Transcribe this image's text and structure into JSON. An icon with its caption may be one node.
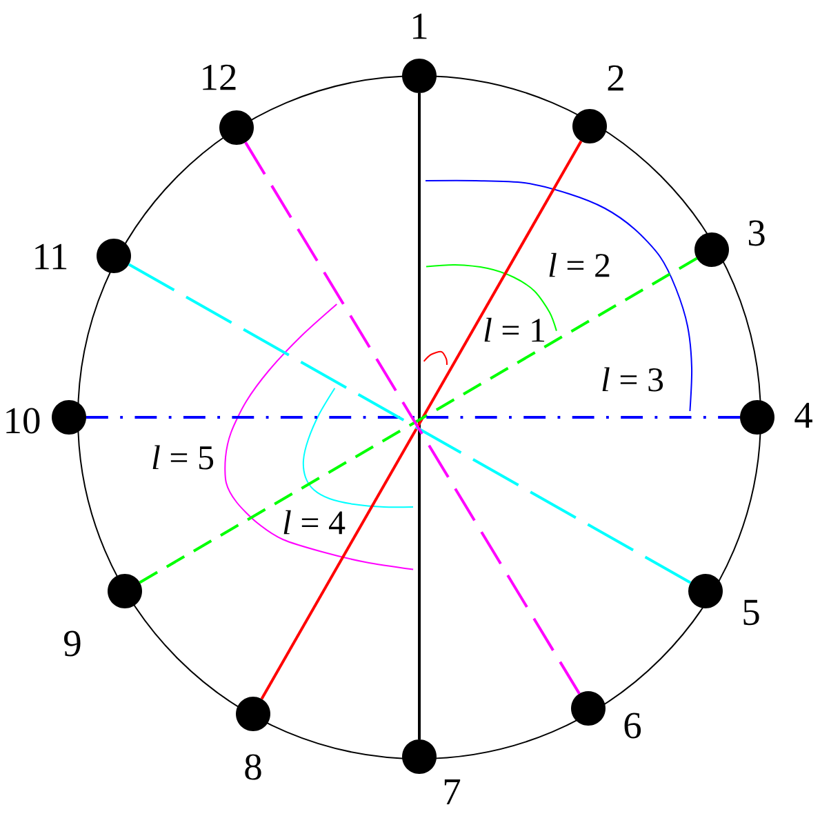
{
  "diagram": {
    "nodes": [
      {
        "text": [],
        "shape": "circle",
        "beside": [
          "1"
        ]
      },
      {
        "text": [],
        "shape": "circle",
        "beside": [
          "2"
        ]
      },
      {
        "text": [],
        "shape": "circle",
        "beside": [
          "3"
        ]
      },
      {
        "text": [],
        "shape": "circle",
        "beside": [
          "4"
        ]
      },
      {
        "text": [],
        "shape": "circle",
        "beside": [
          "5"
        ]
      },
      {
        "text": [],
        "shape": "circle",
        "beside": [
          "6"
        ]
      },
      {
        "text": [],
        "shape": "circle",
        "beside": [
          "7"
        ]
      },
      {
        "text": [],
        "shape": "circle",
        "beside": [
          "8"
        ]
      },
      {
        "text": [],
        "shape": "circle",
        "beside": [
          "9"
        ]
      },
      {
        "text": [],
        "shape": "circle",
        "beside": [
          "10"
        ]
      },
      {
        "text": [],
        "shape": "circle",
        "beside": [
          "11"
        ]
      },
      {
        "text": [],
        "shape": "circle",
        "beside": [
          "12"
        ]
      }
    ],
    "edges": [
      {
        "from": 0,
        "to": 6,
        "arrow": "none",
        "color": "#000000"
      },
      {
        "from": 1,
        "to": 7,
        "arrow": "none",
        "color": "#ff0000"
      },
      {
        "from": 2,
        "to": 8,
        "arrow": "none",
        "style": "dashed",
        "color": "#00ff00"
      },
      {
        "from": 3,
        "to": 9,
        "arrow": "none",
        "style": "dashed",
        "color": "#0000ff"
      },
      {
        "from": 4,
        "to": 10,
        "arrow": "none",
        "style": "dashed",
        "color": "#00ffff"
      },
      {
        "from": 5,
        "to": 11,
        "arrow": "none",
        "style": "dashed",
        "color": "#ff00ff"
      }
    ],
    "labels": [
      "*l* = 2",
      "*l* = 1",
      "*l* = 3",
      "*l* = 5",
      "*l* = 4"
    ]
  }
}
